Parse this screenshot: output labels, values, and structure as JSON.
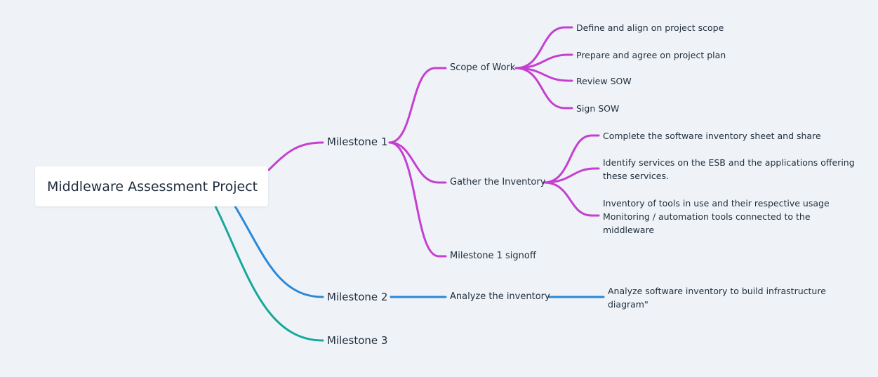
{
  "root": {
    "label": "Middleware Assessment Project"
  },
  "milestones": [
    {
      "label": "Milestone 1",
      "color": "#c53fd0",
      "children": [
        {
          "label": "Scope of Work",
          "children": [
            "Define and align on project scope",
            "Prepare and agree on project plan",
            "Review SOW",
            "Sign SOW"
          ]
        },
        {
          "label": "Gather the Inventory",
          "children": [
            "Complete the software inventory sheet and share",
            "Identify services on the ESB and the applications offering these services.",
            "Inventory of tools in use and their respective usage Monitoring / automation tools connected to the middleware"
          ]
        },
        {
          "label": "Milestone 1 signoff",
          "children": []
        }
      ]
    },
    {
      "label": "Milestone 2",
      "color": "#2a88d8",
      "children": [
        {
          "label": "Analyze the inventory",
          "children": [
            "Analyze software inventory to build infrastructure diagram\""
          ]
        }
      ]
    },
    {
      "label": "Milestone 3",
      "color": "#17a89a",
      "children": []
    }
  ]
}
